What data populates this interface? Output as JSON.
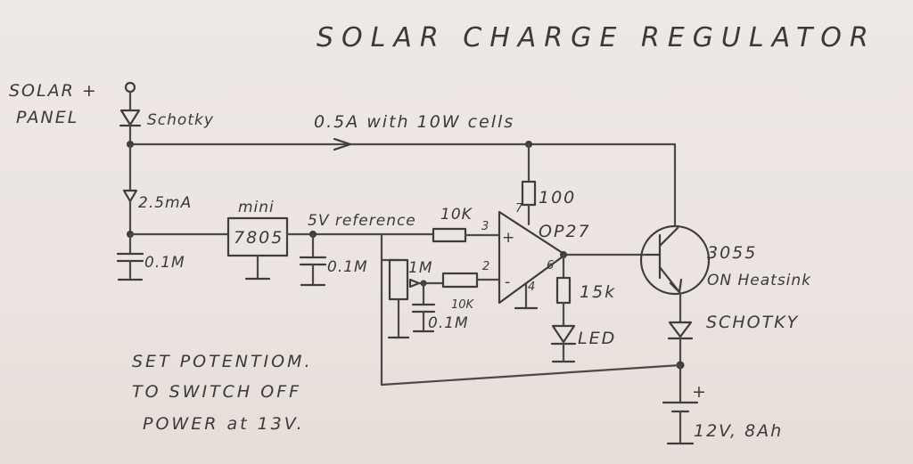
{
  "title": "SOLAR CHARGE REGULATOR",
  "labels": {
    "solar_panel_line1": "SOLAR +",
    "solar_panel_line2": "PANEL",
    "schottky_in": "Schotky",
    "current_main": "0.5A with 10W cells",
    "current_reg": "2.5mA",
    "cap_in": "0.1M",
    "regulator_name": "mini",
    "regulator_part": "7805",
    "reference": "5V reference",
    "cap_ref": "0.1M",
    "res_in_plus": "10K",
    "pin3": "3",
    "pin2": "2",
    "pin7": "7",
    "pin6": "6",
    "pin4": "4",
    "op_plus": "+",
    "op_minus": "-",
    "res_top": "100",
    "opamp": "OP27",
    "pot": "1M",
    "res_in_minus": "10K",
    "cap_pot": "0.1M",
    "res_led": "15k",
    "led": "LED",
    "transistor_part": "3055",
    "transistor_note": "ON Heatsink",
    "schottky_out": "SCHOTKY",
    "battery_plus": "+",
    "battery": "12V, 8Ah"
  },
  "note": {
    "line1": "SET POTENTIOM.",
    "line2": "TO SWITCH OFF",
    "line3": "POWER at 13V."
  }
}
